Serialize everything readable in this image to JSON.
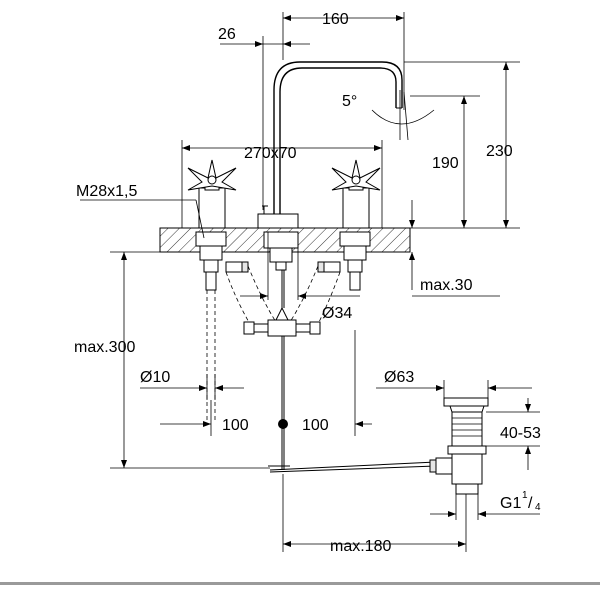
{
  "labels": {
    "spout_reach": "160",
    "spout_offset": "26",
    "tilt_angle": "5°",
    "handle_dims": "270x70",
    "thread": "M28x1,5",
    "height_190": "190",
    "height_230": "230",
    "max_deck": "max.30",
    "diameter_34": "Ø34",
    "max_below": "max.300",
    "hose_diameter": "Ø10",
    "spacing_left": "100",
    "spacing_right": "100",
    "drain_diameter": "Ø63",
    "drain_range": "40-53",
    "drain_thread_main": "G1",
    "drain_thread_num": "1",
    "drain_thread_den": "4",
    "max_180": "max.180"
  }
}
